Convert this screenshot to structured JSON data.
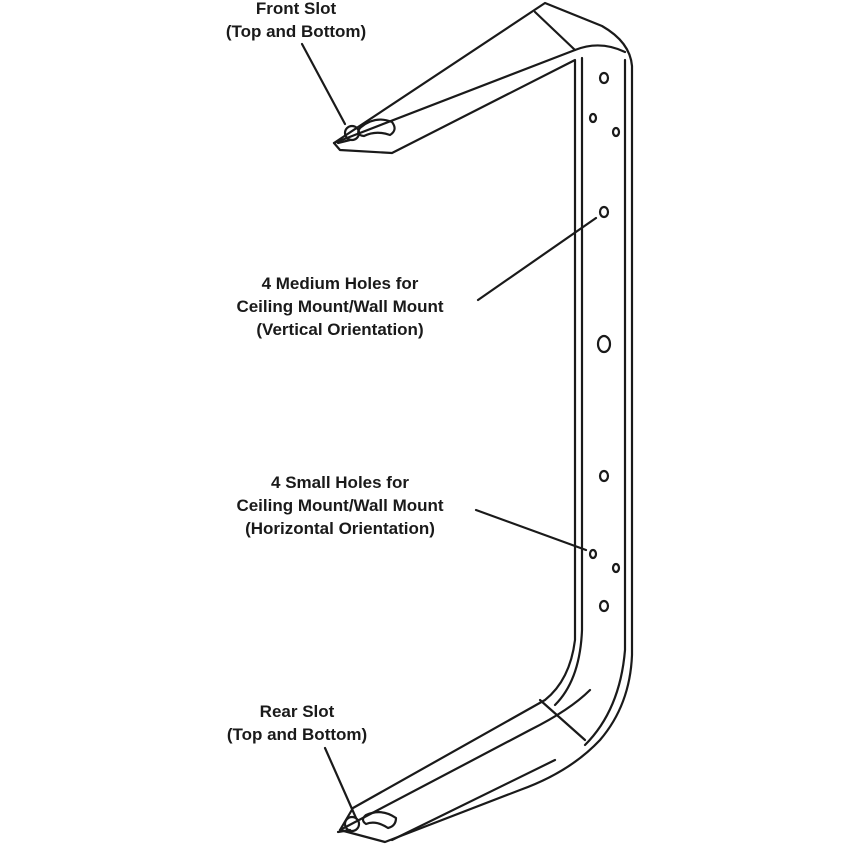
{
  "colors": {
    "stroke": "#1a1a1a",
    "background": "#ffffff"
  },
  "callouts": {
    "front_slot": {
      "lines": [
        "Front Slot",
        "(Top and Bottom)"
      ]
    },
    "medium_holes": {
      "lines": [
        "4 Medium Holes for",
        "Ceiling Mount/Wall Mount",
        "(Vertical Orientation)"
      ]
    },
    "small_holes": {
      "lines": [
        "4 Small Holes for",
        "Ceiling Mount/Wall Mount",
        "(Horizontal Orientation)"
      ]
    },
    "rear_slot": {
      "lines": [
        "Rear Slot",
        "(Top and Bottom)"
      ]
    }
  }
}
